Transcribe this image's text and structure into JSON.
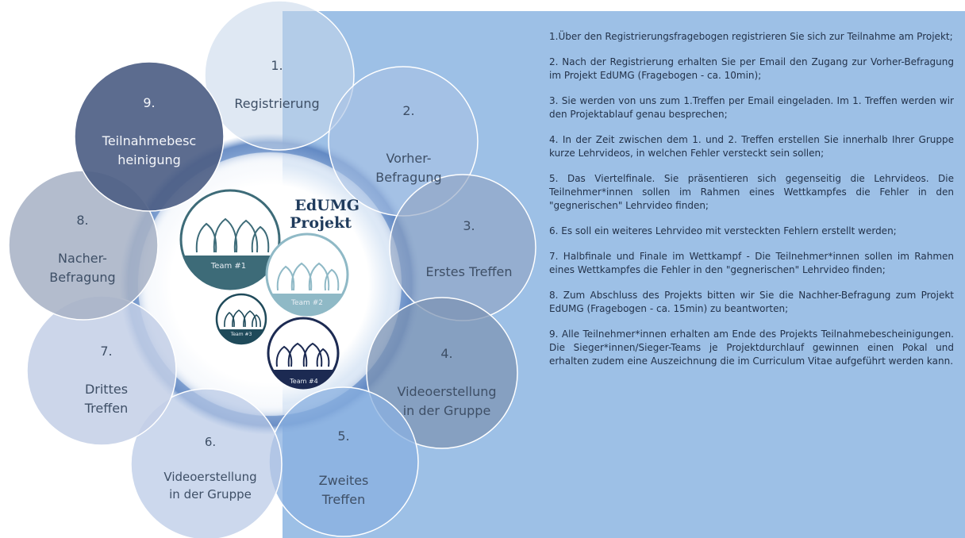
{
  "title": {
    "line1": "EdUMG",
    "line2": "Projekt"
  },
  "steps": [
    {
      "num": "1.",
      "label": "Registrierung"
    },
    {
      "num": "2.",
      "label": "Vorher-\nBefragung"
    },
    {
      "num": "3.",
      "label": "Erstes Treffen"
    },
    {
      "num": "4.",
      "label": "Videoerstellung\nin der Gruppe"
    },
    {
      "num": "5.",
      "label": "Zweites\nTreffen"
    },
    {
      "num": "6.",
      "label": "Videoerstellung\nin der Gruppe"
    },
    {
      "num": "7.",
      "label": "Drittes\nTreffen"
    },
    {
      "num": "8.",
      "label": "Nacher-\nBefragung"
    },
    {
      "num": "9.",
      "label": "Teilnahmebesc\nheinigung"
    }
  ],
  "teams": [
    "Team #1",
    "Team #2",
    "Team #3",
    "Team #4"
  ],
  "descriptions": [
    "1.Über den Registrierungsfragebogen registrieren Sie sich zur Teilnahme am Projekt;",
    "2. Nach der Registrierung erhalten Sie per Email den Zugang zur Vorher-Befragung im Projekt EdUMG (Fragebogen - ca. 10min);",
    "3. Sie werden von uns zum 1.Treffen per Email eingeladen. Im 1. Treffen werden wir den Projektablauf genau besprechen;",
    "4. In der Zeit zwischen dem 1. und 2. Treffen erstellen Sie innerhalb Ihrer Gruppe kurze Lehrvideos, in welchen Fehler versteckt sein sollen;",
    "5. Das Viertelfinale. Sie präsentieren sich gegenseitig die Lehrvideos. Die Teilnehmer*innen sollen im Rahmen eines Wettkampfes die Fehler in den \"gegnerischen\" Lehrvideo finden;",
    "6. Es soll ein weiteres Lehrvideo mit versteckten Fehlern erstellt werden;",
    "7. Halbfinale und Finale im Wettkampf - Die Teilnehmer*innen sollen im Rahmen eines Wettkampfes die Fehler in den \"gegnerischen\" Lehrvideo finden;",
    "8. Zum Abschluss des Projekts bitten wir Sie die Nachher-Befragung zum Projekt EdUMG (Fragebogen - ca. 15min) zu beantworten;",
    "9. Alle Teilnehmer*innen erhalten am Ende des Projekts Teilnahmebescheinigungen. Die Sieger*innen/Sieger-Teams je Projektdurchlauf gewinnen einen Pokal und erhalten zudem eine Auszeichnung die im Curriculum Vitae aufgeführt werden kann."
  ],
  "colors": {
    "panel": "#9dc0e6",
    "ring": "#6f93c8",
    "step9": "#4e5f86",
    "team1": "#3d6b78",
    "team2": "#8fb9c6",
    "team3": "#1f4a5a",
    "team4": "#1c2a52"
  }
}
